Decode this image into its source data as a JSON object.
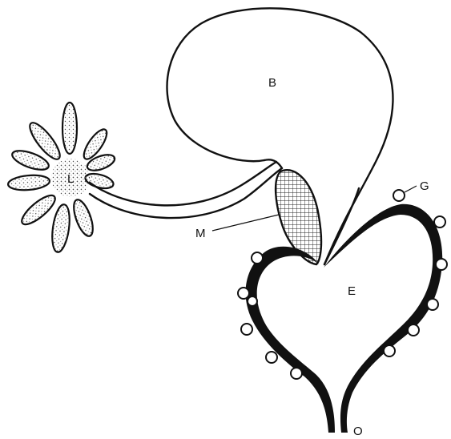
{
  "labels": {
    "b": "B",
    "l": "L",
    "m": "M",
    "e": "E",
    "g": "G",
    "o": "O"
  },
  "colors": {
    "ink": "#111111",
    "background": "#ffffff"
  }
}
